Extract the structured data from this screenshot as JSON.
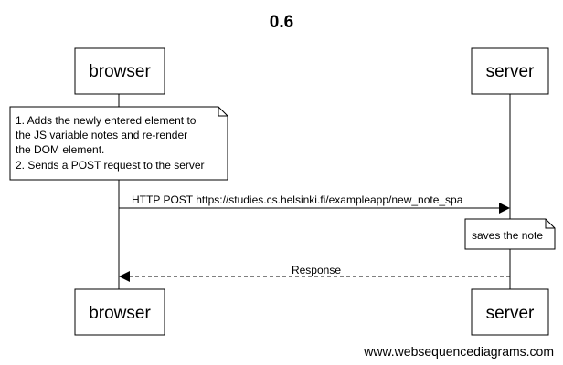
{
  "diagram": {
    "title": "0.6",
    "participants": {
      "browser": "browser",
      "server": "server"
    },
    "notes": {
      "browser_note_lines": [
        "1. Adds the newly entered element to",
        "the JS variable notes and re-render",
        "the DOM element.",
        "2. Sends a POST request to the server"
      ],
      "server_note": "saves the note"
    },
    "messages": {
      "request": "HTTP POST https://studies.cs.helsinki.fi/exampleapp/new_note_spa",
      "response": "Response"
    },
    "footer": "www.websequencediagrams.com"
  }
}
